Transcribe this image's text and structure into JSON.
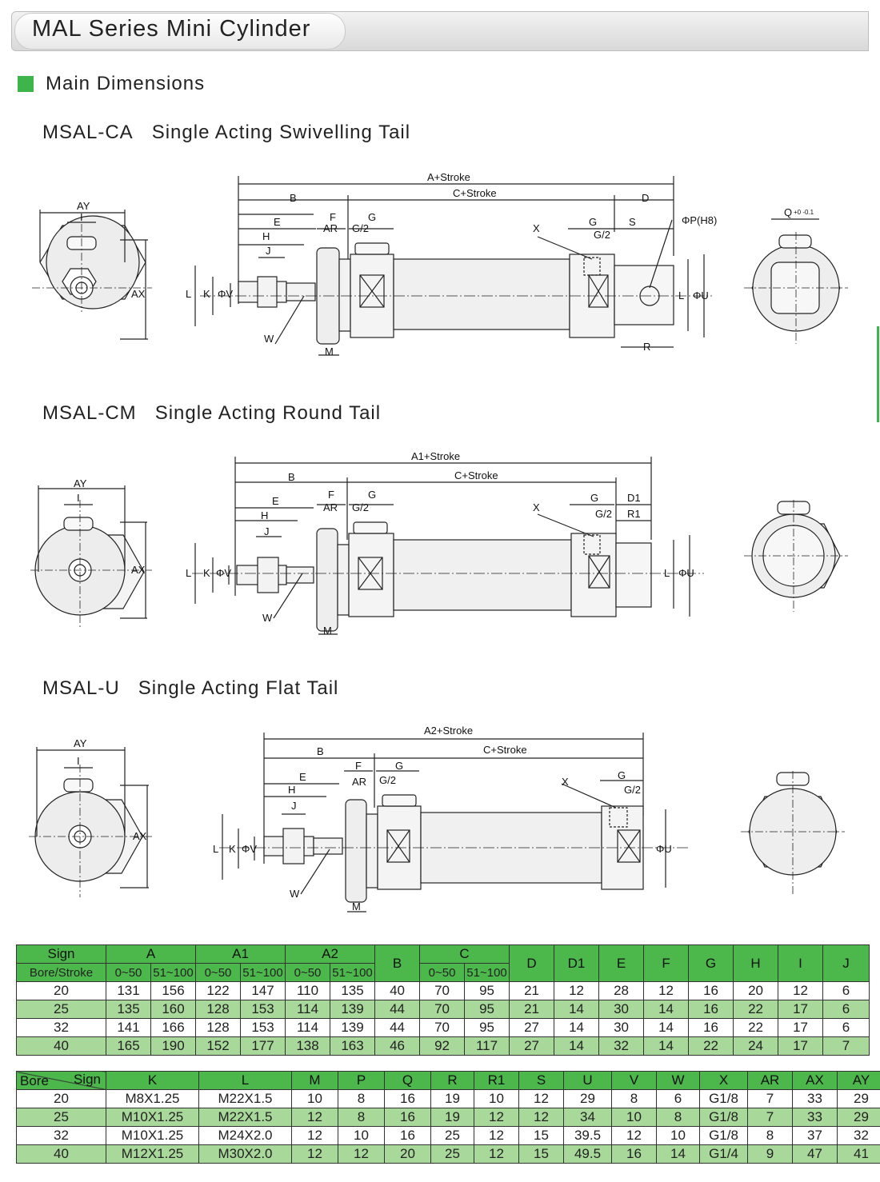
{
  "header": {
    "title": "MAL Series Mini Cylinder"
  },
  "section": {
    "title": "Main Dimensions"
  },
  "variants": [
    {
      "code": "MSAL-CA",
      "name": "Single Acting Swivelling Tail"
    },
    {
      "code": "MSAL-CM",
      "name": "Single Acting Round Tail"
    },
    {
      "code": "MSAL-U",
      "name": "Single Acting Flat Tail"
    }
  ],
  "labels": {
    "a_stroke": "A+Stroke",
    "a1_stroke": "A1+Stroke",
    "a2_stroke": "A2+Stroke",
    "c_stroke": "C+Stroke",
    "ay": "AY",
    "ax": "AX",
    "i": "I",
    "b": "B",
    "d": "D",
    "d1": "D1",
    "e": "E",
    "f": "F",
    "g": "G",
    "g2": "G/2",
    "h": "H",
    "j": "J",
    "ar": "AR",
    "x": "X",
    "s": "S",
    "r": "R",
    "r1": "R1",
    "phi_p": "ΦP(H8)",
    "l": "L",
    "k": "K",
    "phi_v": "ΦV",
    "phi_u": "ΦU",
    "w": "W",
    "m": "M",
    "q": "Q",
    "q_tol": "+0 -0.1"
  },
  "colors": {
    "accent": "#3cb54a",
    "row_alt": "#a8d99a"
  },
  "table1": {
    "sign_label": "Sign",
    "bore_stroke_label": "Bore/Stroke",
    "groups": [
      "A",
      "A1",
      "A2",
      "B",
      "C",
      "D",
      "D1",
      "E",
      "F",
      "G",
      "H",
      "I",
      "J"
    ],
    "stroke_ranges": [
      "0~50",
      "51~100"
    ],
    "rows": [
      [
        "20",
        "131",
        "156",
        "122",
        "147",
        "110",
        "135",
        "40",
        "70",
        "95",
        "21",
        "12",
        "28",
        "12",
        "16",
        "20",
        "12",
        "6"
      ],
      [
        "25",
        "135",
        "160",
        "128",
        "153",
        "114",
        "139",
        "44",
        "70",
        "95",
        "21",
        "14",
        "30",
        "14",
        "16",
        "22",
        "17",
        "6"
      ],
      [
        "32",
        "141",
        "166",
        "128",
        "153",
        "114",
        "139",
        "44",
        "70",
        "95",
        "27",
        "14",
        "30",
        "14",
        "16",
        "22",
        "17",
        "6"
      ],
      [
        "40",
        "165",
        "190",
        "152",
        "177",
        "138",
        "163",
        "46",
        "92",
        "117",
        "27",
        "14",
        "32",
        "14",
        "22",
        "24",
        "17",
        "7"
      ]
    ]
  },
  "table2": {
    "sign_label": "Sign",
    "bore_label": "Bore",
    "headers": [
      "K",
      "L",
      "M",
      "P",
      "Q",
      "R",
      "R1",
      "S",
      "U",
      "V",
      "W",
      "X",
      "AR",
      "AX",
      "AY"
    ],
    "rows": [
      [
        "20",
        "M8X1.25",
        "M22X1.5",
        "10",
        "8",
        "16",
        "19",
        "10",
        "12",
        "29",
        "8",
        "6",
        "G1/8",
        "7",
        "33",
        "29"
      ],
      [
        "25",
        "M10X1.25",
        "M22X1.5",
        "12",
        "8",
        "16",
        "19",
        "12",
        "12",
        "34",
        "10",
        "8",
        "G1/8",
        "7",
        "33",
        "29"
      ],
      [
        "32",
        "M10X1.25",
        "M24X2.0",
        "12",
        "10",
        "16",
        "25",
        "12",
        "15",
        "39.5",
        "12",
        "10",
        "G1/8",
        "8",
        "37",
        "32"
      ],
      [
        "40",
        "M12X1.25",
        "M30X2.0",
        "12",
        "12",
        "20",
        "25",
        "12",
        "15",
        "49.5",
        "16",
        "14",
        "G1/4",
        "9",
        "47",
        "41"
      ]
    ]
  }
}
